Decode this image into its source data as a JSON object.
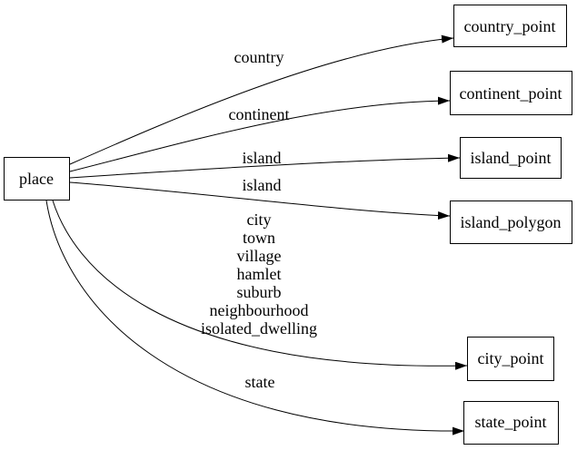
{
  "diagram": {
    "type": "directed-graph",
    "background_color": "#ffffff",
    "stroke_color": "#000000",
    "node_fill_color": "#ffffff",
    "text_color": "#000000",
    "nodes": [
      {
        "id": "place",
        "label": "place"
      },
      {
        "id": "country_point",
        "label": "country_point"
      },
      {
        "id": "continent_point",
        "label": "continent_point"
      },
      {
        "id": "island_point",
        "label": "island_point"
      },
      {
        "id": "island_polygon",
        "label": "island_polygon"
      },
      {
        "id": "city_point",
        "label": "city_point"
      },
      {
        "id": "state_point",
        "label": "state_point"
      }
    ],
    "edges": [
      {
        "from": "place",
        "to": "country_point",
        "label": "country"
      },
      {
        "from": "place",
        "to": "continent_point",
        "label": "continent"
      },
      {
        "from": "place",
        "to": "island_point",
        "label": "island"
      },
      {
        "from": "place",
        "to": "island_polygon",
        "label": "island"
      },
      {
        "from": "place",
        "to": "city_point",
        "label_lines": [
          "city",
          "town",
          "village",
          "hamlet",
          "suburb",
          "neighbourhood",
          "isolated_dwelling"
        ]
      },
      {
        "from": "place",
        "to": "state_point",
        "label": "state"
      }
    ]
  }
}
